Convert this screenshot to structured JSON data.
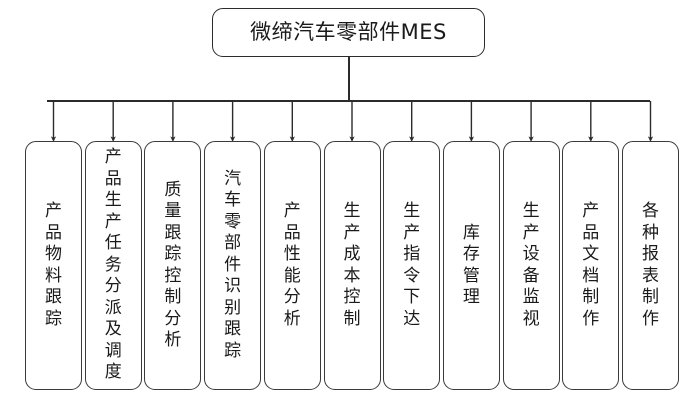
{
  "diagram": {
    "type": "organization-tree",
    "orientation": "top-down-bus",
    "colors": {
      "background": "#ffffff",
      "box_border": "#3a3a3a",
      "connector": "#2b2b2b",
      "text": "#1a1a1a"
    },
    "root": {
      "label": "微缔汽车零部件MES"
    },
    "nodes": [
      {
        "label": "产品物料跟踪"
      },
      {
        "label": "产品生产任务分派及调度"
      },
      {
        "label": "质量跟踪控制分析"
      },
      {
        "label": "汽车零部件识别跟踪"
      },
      {
        "label": "产品性能分析"
      },
      {
        "label": "生产成本控制"
      },
      {
        "label": "生产指令下达"
      },
      {
        "label": "库存管理"
      },
      {
        "label": "生产设备监视"
      },
      {
        "label": "产品文档制作"
      },
      {
        "label": "各种报表制作"
      }
    ]
  }
}
